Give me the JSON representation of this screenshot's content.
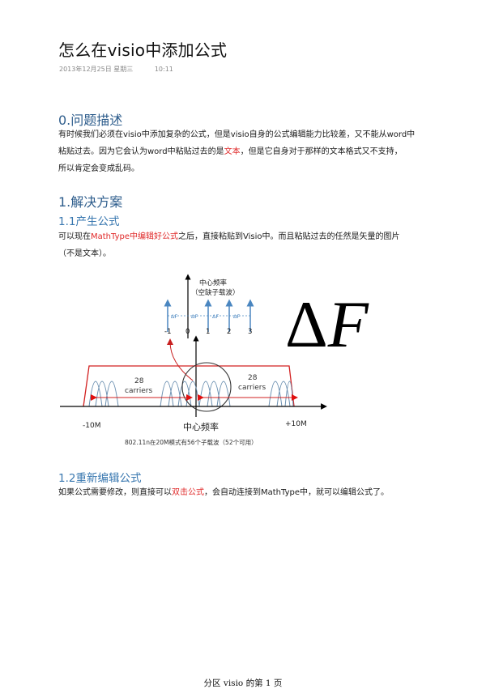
{
  "page": {
    "title": "怎么在visio中添加公式",
    "date": "2013年12月25日 星期三",
    "time": "10:11"
  },
  "sections": [
    {
      "heading": "0.问题描述",
      "paragraph": {
        "line1": "有时候我们必须在visio中添加复杂的公式，但是visio自身的公式编辑能力比较差，又不能从word中",
        "line2_pre": "粘贴过去。因为它会认为word中粘贴过去的是",
        "line2_red": "文本",
        "line2_post": "，但是它自身对于那样的文本格式又不支持，",
        "line3": "所以肯定会变成乱码。"
      }
    },
    {
      "heading": "1.解决方案",
      "subsections": [
        {
          "heading": "1.1产生公式",
          "paragraph": {
            "pre": "可以现在",
            "red": "MathType中编辑好公式",
            "post": "之后，直接粘贴到Visio中。而且粘贴过去的任然是矢量的图片",
            "line2": "（不是文本）。"
          }
        },
        {
          "heading": "1.2重新编辑公式",
          "paragraph": {
            "pre": "如果公式需要修改，则直接可以",
            "red": "双击公式",
            "post": "，会自动连接到MathType中，就可以编辑公式了。"
          }
        }
      ]
    }
  ],
  "figure": {
    "top_label_line1": "中心频率",
    "top_label_line2": "（空缺子载波）",
    "delta_label": "ΔF",
    "ticks": [
      "-1",
      "0",
      "1",
      "2",
      "3"
    ],
    "left_group_label_num": "28",
    "left_group_label_text": "carriers",
    "right_group_label_num": "28",
    "right_group_label_text": "carriers",
    "left_freq": "-10M",
    "right_freq": "+10M",
    "center_label": "中心频率",
    "caption": "802.11n在20M模式有56个子载波（52个可用）"
  },
  "formula": {
    "delta": "Δ",
    "letter": "F"
  },
  "footer": {
    "text": "分区 visio 的第 1 页"
  },
  "colors": {
    "heading": "#2e5d8c",
    "subheading": "#3a78b0",
    "highlight_red": "#e02a2a",
    "carrier_blue": "#4a86c0",
    "band_red": "#d22020"
  }
}
